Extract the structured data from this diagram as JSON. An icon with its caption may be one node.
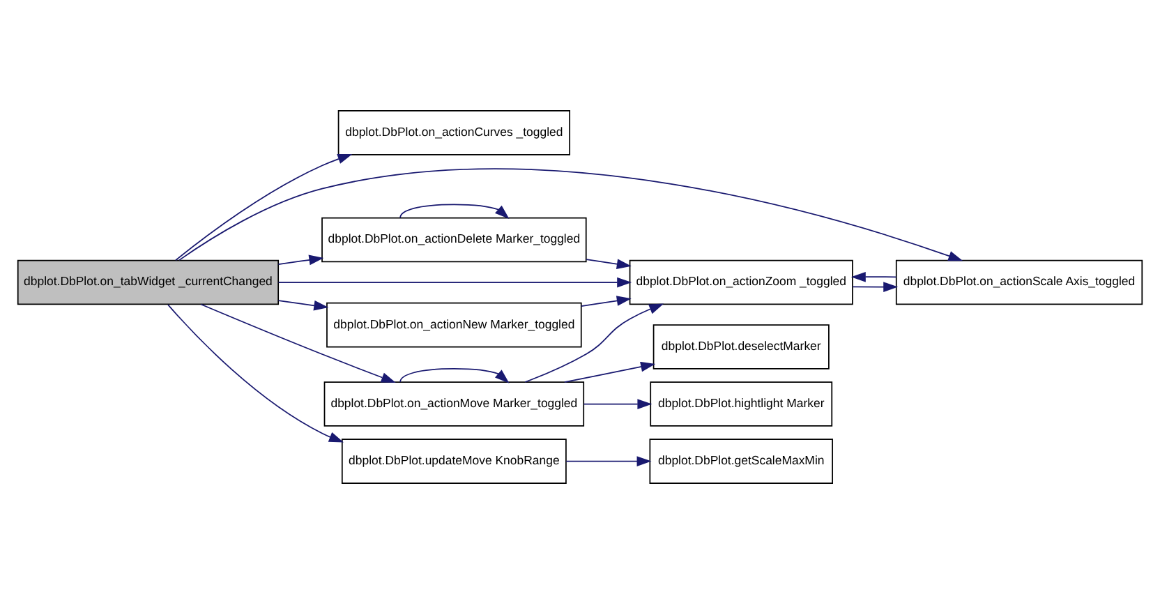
{
  "diagram": {
    "nodes": [
      {
        "text": [
          "dbplot.DbPlot.on_tabWidget _currentChanged"
        ]
      },
      {
        "text": [
          "dbplot.DbPlot.on_actionCurves _toggled"
        ]
      },
      {
        "text": [
          "dbplot.DbPlot.on_actionDelete Marker_toggled"
        ]
      },
      {
        "text": [
          "dbplot.DbPlot.on_actionZoom _toggled"
        ]
      },
      {
        "text": [
          "dbplot.DbPlot.on_actionScale Axis_toggled"
        ]
      },
      {
        "text": [
          "dbplot.DbPlot.on_actionNew Marker_toggled"
        ]
      },
      {
        "text": [
          "dbplot.DbPlot.on_actionMove Marker_toggled"
        ]
      },
      {
        "text": [
          "dbplot.DbPlot.hightlight Marker"
        ]
      },
      {
        "text": [
          "dbplot.DbPlot.deselectMarker"
        ]
      },
      {
        "text": [
          "dbplot.DbPlot.updateMove KnobRange"
        ]
      },
      {
        "text": [
          "dbplot.DbPlot.getScaleMaxMin"
        ]
      }
    ],
    "edges": [
      {
        "from": 0,
        "to": 1,
        "arrow": "to"
      },
      {
        "from": 0,
        "to": 4,
        "arrow": "to"
      },
      {
        "from": 0,
        "to": 2,
        "arrow": "to"
      },
      {
        "from": 0,
        "to": 3,
        "arrow": "to"
      },
      {
        "from": 0,
        "to": 5,
        "arrow": "to"
      },
      {
        "from": 0,
        "to": 6,
        "arrow": "to"
      },
      {
        "from": 0,
        "to": 9,
        "arrow": "to"
      },
      {
        "from": 2,
        "to": 2,
        "arrow": "to"
      },
      {
        "from": 2,
        "to": 3,
        "arrow": "to"
      },
      {
        "from": 3,
        "to": 4,
        "arrow": "to"
      },
      {
        "from": 4,
        "to": 3,
        "arrow": "to"
      },
      {
        "from": 5,
        "to": 3,
        "arrow": "to"
      },
      {
        "from": 6,
        "to": 6,
        "arrow": "to"
      },
      {
        "from": 6,
        "to": 3,
        "arrow": "to"
      },
      {
        "from": 6,
        "to": 7,
        "arrow": "to"
      },
      {
        "from": 6,
        "to": 8,
        "arrow": "to"
      },
      {
        "from": 9,
        "to": 10,
        "arrow": "to"
      }
    ]
  }
}
